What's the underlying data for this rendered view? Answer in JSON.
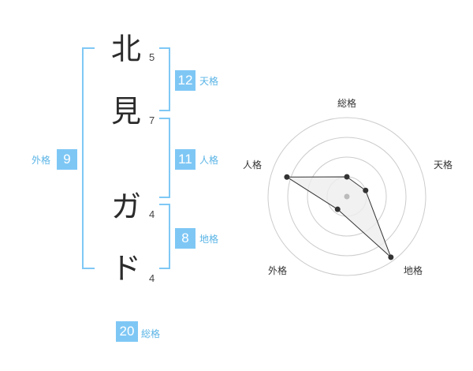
{
  "name": {
    "chars": [
      "北",
      "見",
      "ガ",
      "ド"
    ],
    "strokes": [
      "5",
      "7",
      "4",
      "4"
    ]
  },
  "grades": {
    "tenkaku": {
      "value": "12",
      "label": "天格"
    },
    "jinkaku": {
      "value": "11",
      "label": "人格"
    },
    "chikaku": {
      "value": "8",
      "label": "地格"
    },
    "gaikaku": {
      "value": "9",
      "label": "外格"
    },
    "soukaku": {
      "value": "20",
      "label": "総格"
    }
  },
  "chart_data": {
    "type": "radar",
    "axes": [
      "総格",
      "天格",
      "地格",
      "外格",
      "人格"
    ],
    "values": [
      0.25,
      0.25,
      0.95,
      0.2,
      0.8
    ],
    "rings": 4,
    "colors": {
      "fill": "#eeeeee",
      "line": "#333333",
      "ring": "#cccccc",
      "center": "#bbbbbb"
    }
  }
}
